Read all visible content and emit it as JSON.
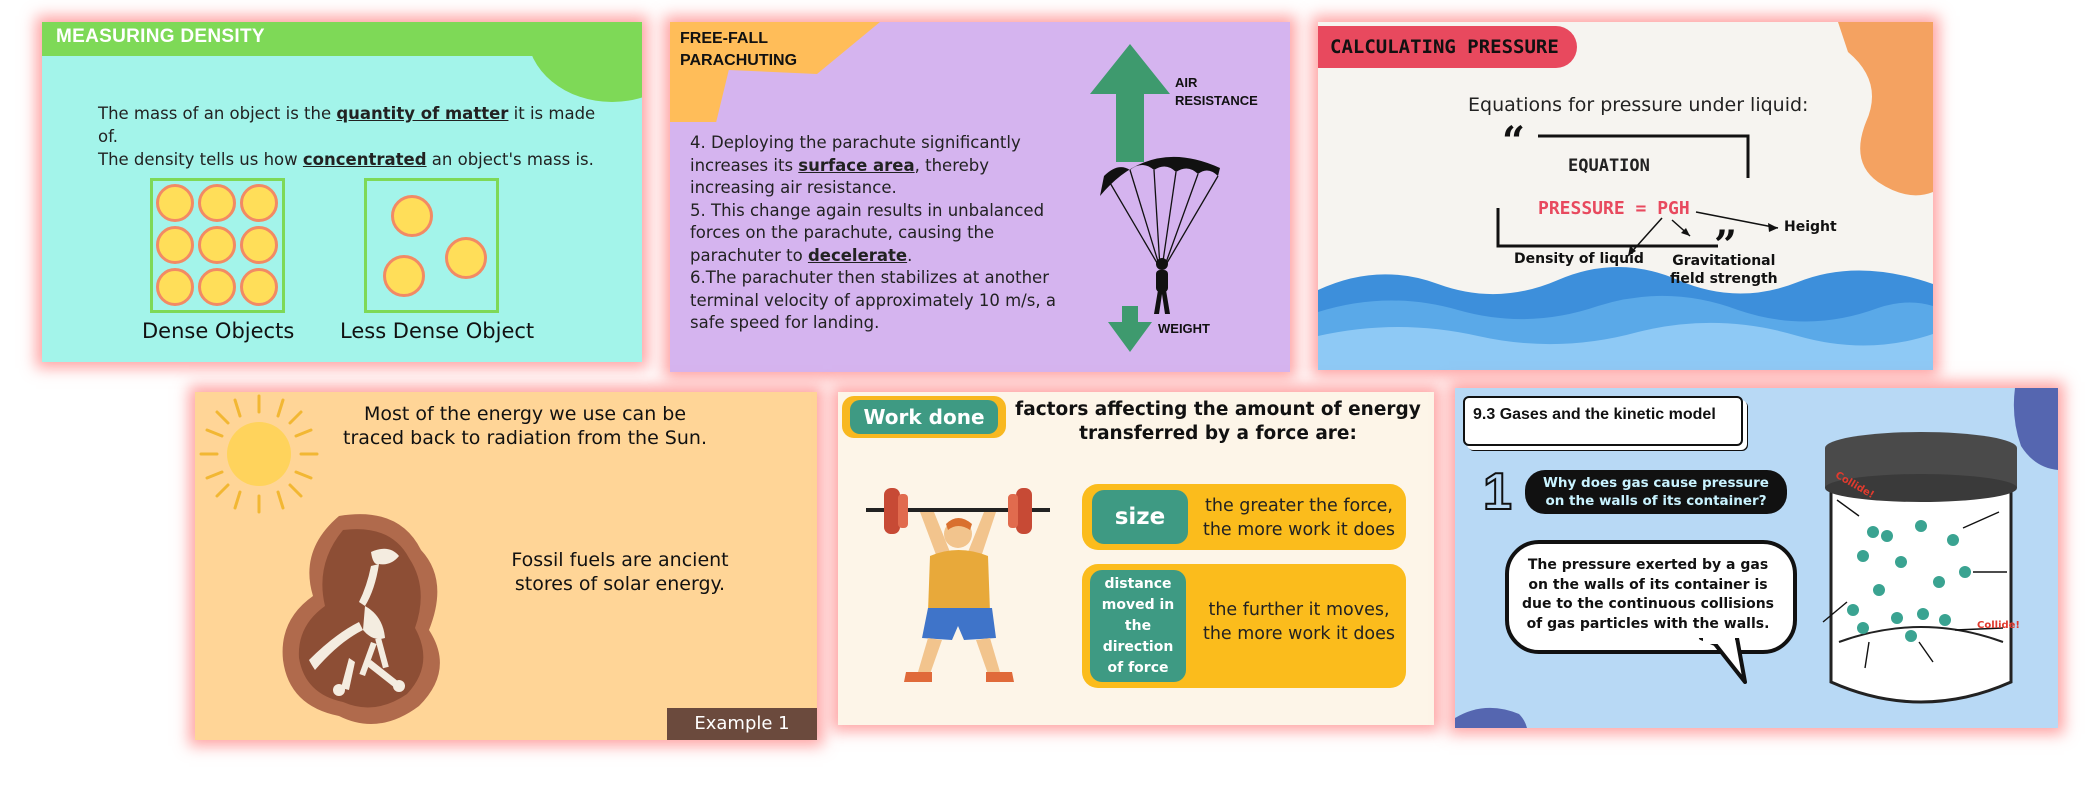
{
  "density": {
    "title": "MEASURING DENSITY",
    "line1_pre": "The mass of an object is the ",
    "line1_bold": "quantity of matter",
    "line1_post": " it is made of.",
    "line2_pre": "The density tells us how ",
    "line2_bold": "concentrated",
    "line2_post": " an object's mass is.",
    "label_dense": "Dense Objects",
    "label_less": "Less Dense Object",
    "colors": {
      "background": "#a3f4ea",
      "accent": "#7ed957",
      "dot": "#ffde59"
    }
  },
  "parachute": {
    "title_line1": "FREE-FALL",
    "title_line2": "PARACHUTING",
    "p4_pre": "4. Deploying the parachute significantly increases its ",
    "p4_bold": "surface area",
    "p4_post": ", thereby increasing air resistance.",
    "p5_pre": "5. This change again results in unbalanced forces on the parachute, causing the parachuter to ",
    "p5_bold": "decelerate",
    "p5_post": ".",
    "p6": "6.The parachuter then stabilizes at another terminal velocity of approximately 10 m/s, a safe speed for landing.",
    "air_line1": "AIR",
    "air_line2": "RESISTANCE",
    "weight": "WEIGHT",
    "colors": {
      "background": "#d5b4ef",
      "arrow": "#3e9a6e",
      "corner": "#ffbd59"
    }
  },
  "pressure": {
    "title": "CALCULATING PRESSURE",
    "subtitle": "Equations for pressure under liquid:",
    "quote_open": "“",
    "quote_close": "”",
    "equation": "EQUATION",
    "formula": "PRESSURE = PGH",
    "height": "Height",
    "density_liquid": "Density of liquid",
    "grav_line1": "Gravitational",
    "grav_line2": "field strength",
    "colors": {
      "title_bg": "#e8495e",
      "blob": "#f4a261",
      "water": "#4da3e0"
    }
  },
  "sun": {
    "line1": "Most of the energy we use can be",
    "line2": "traced back to radiation from the Sun.",
    "line3": "Fossil fuels are ancient",
    "line4": "stores of solar energy.",
    "example": "Example 1",
    "colors": {
      "background": "#ffd597",
      "sun": "#ffd35c"
    }
  },
  "work": {
    "badge": "Work done",
    "head_line1": "factors affecting the amount of energy",
    "head_line2": "transferred by a force are:",
    "size": "size",
    "size_line1": "the greater the force,",
    "size_line2": "the more work it does",
    "dist_line1": "distance",
    "dist_line2": "moved in",
    "dist_line3": "the",
    "dist_line4": "direction",
    "dist_line5": "of force",
    "dist_text1": "the further it moves,",
    "dist_text2": "the more work it does",
    "colors": {
      "teal": "#3e9a83",
      "yellow": "#fbbc1c"
    }
  },
  "gases": {
    "title": "9.3 Gases and the kinetic model",
    "number": "1",
    "q_line1": "Why does gas cause pressure",
    "q_line2": "on the walls of its container?",
    "b_line1": "The pressure exerted by a gas",
    "b_line2": "on the walls of its container is",
    "b_line3": "due to the continuous collisions",
    "b_line4": "of gas particles with the walls.",
    "collide1": "Collide!",
    "collide2": "Collide!",
    "colors": {
      "background": "#b8d9f5",
      "particle": "#3aa391"
    }
  }
}
